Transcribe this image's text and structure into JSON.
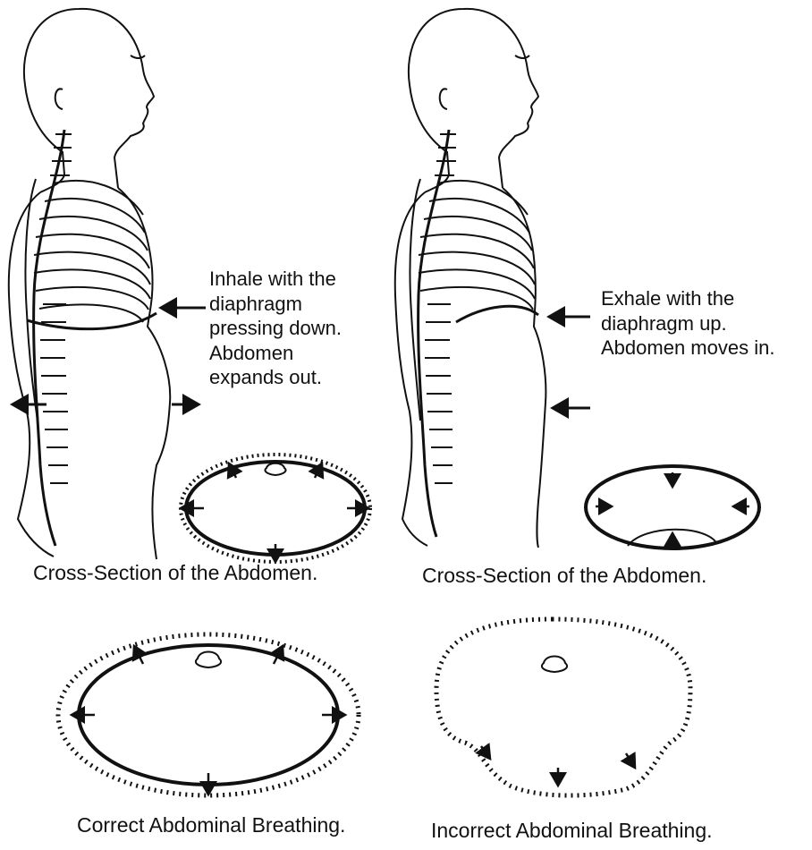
{
  "inhale": {
    "lines": [
      "Inhale with the",
      "diaphragm",
      "pressing down.",
      "Abdomen",
      "expands out."
    ],
    "cross_section_caption": "Cross-Section of the Abdomen."
  },
  "exhale": {
    "lines": [
      "Exhale with the",
      "diaphragm up.",
      "Abdomen moves in."
    ],
    "cross_section_caption": "Cross-Section of the Abdomen."
  },
  "comparison": {
    "correct_caption": "Correct Abdominal Breathing.",
    "incorrect_caption": "Incorrect Abdominal Breathing."
  },
  "colors": {
    "ink": "#111111",
    "background": "#ffffff"
  }
}
